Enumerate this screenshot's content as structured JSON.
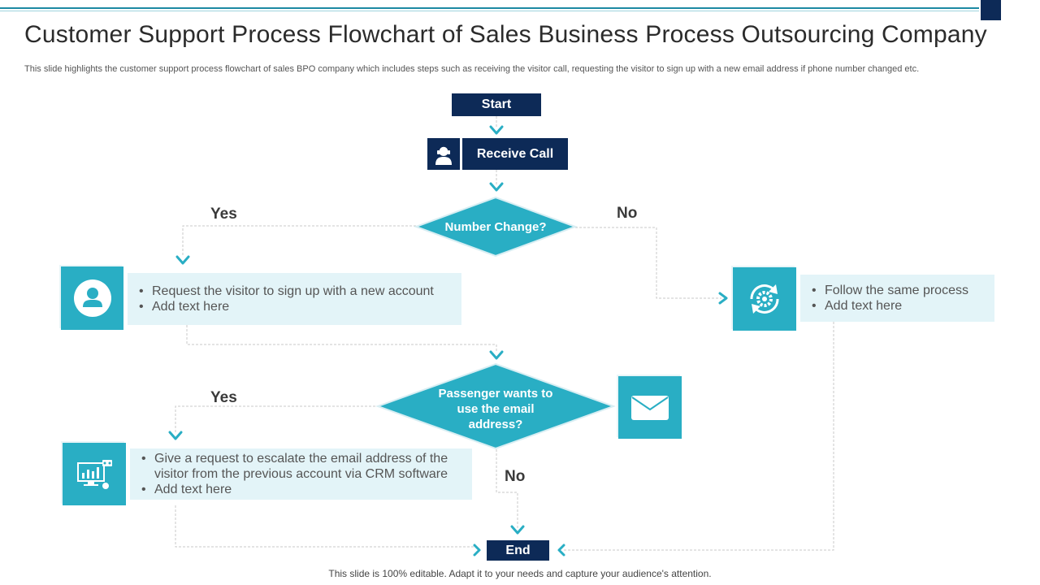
{
  "title": "Customer Support Process Flowchart of Sales Business Process Outsourcing Company",
  "subtitle": "This slide highlights the customer support process flowchart of sales BPO company which includes steps such as receiving the visitor call, requesting the visitor to sign up with a new email address if phone number changed etc.",
  "flow": {
    "start": "Start",
    "receive_call": "Receive Call",
    "decision1": "Number Change?",
    "yes1": "Yes",
    "no1": "No",
    "left_box": {
      "items": [
        "Request the visitor to sign up with a new account",
        "Add text here"
      ]
    },
    "right_box": {
      "items": [
        "Follow the same process",
        "Add text here"
      ]
    },
    "decision2": "Passenger wants to use the email address?",
    "yes2": "Yes",
    "no2": "No",
    "bottom_box": {
      "items": [
        "Give a request to escalate the email address of the visitor from the previous account via CRM software",
        "Add text here"
      ]
    },
    "end": "End"
  },
  "icons": {
    "receive_call": "call-center-agent-icon",
    "left_box": "user-icon",
    "right_box": "gear-refresh-icon",
    "decision2": "email-icon",
    "bottom_box": "crm-dashboard-icon"
  },
  "colors": {
    "navy": "#0d2a57",
    "teal": "#29aec4",
    "light_teal": "#e3f4f8"
  },
  "footer": "This slide is 100% editable. Adapt it to your needs and capture your audience's attention."
}
